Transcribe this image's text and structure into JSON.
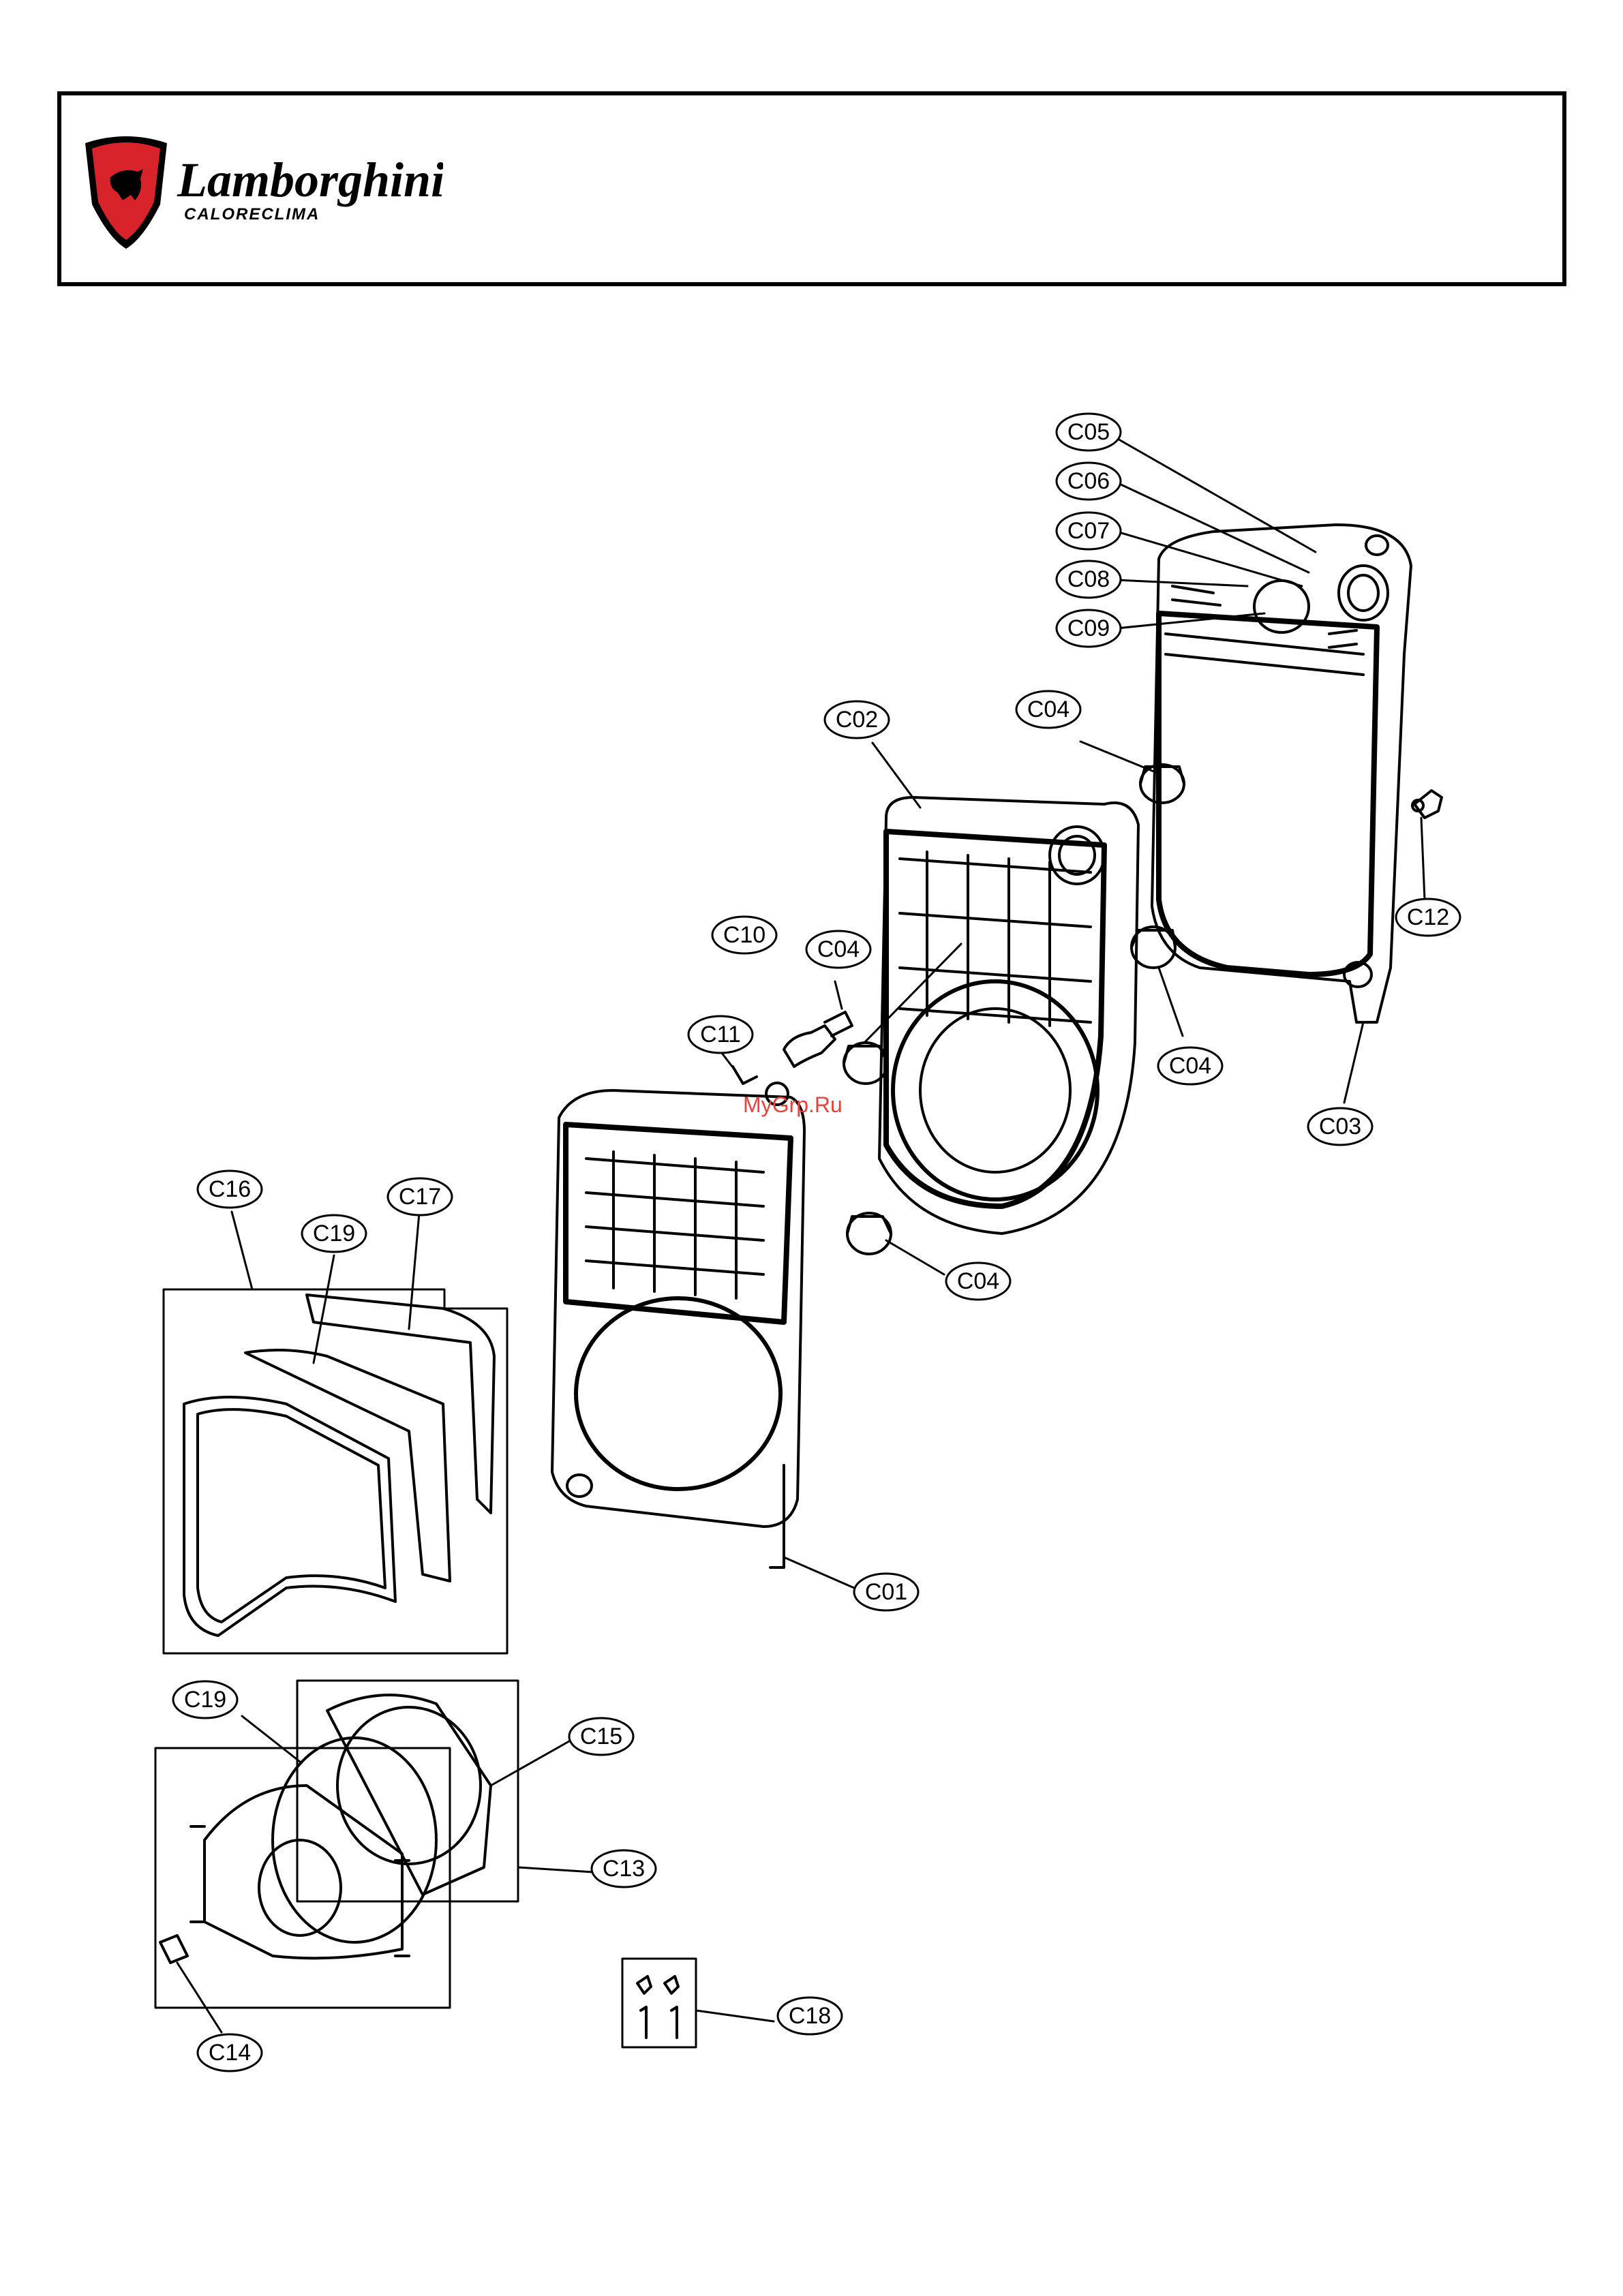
{
  "header": {
    "brand": "Lamborghini",
    "brand_sub": "CALORECLIMA"
  },
  "watermark": "MyGrp.Ru",
  "labels": {
    "c01": "C01",
    "c02": "C02",
    "c03": "C03",
    "c04a": "C04",
    "c04b": "C04",
    "c04c": "C04",
    "c04d": "C04",
    "c05": "C05",
    "c06": "C06",
    "c07": "C07",
    "c08": "C08",
    "c09": "C09",
    "c10": "C10",
    "c11": "C11",
    "c12": "C12",
    "c13": "C13",
    "c14": "C14",
    "c15": "C15",
    "c16": "C16",
    "c17": "C17",
    "c18": "C18",
    "c19a": "C19",
    "c19b": "C19"
  },
  "colors": {
    "shield_red": "#d8232a",
    "watermark": "#e8423f",
    "line": "#000000"
  }
}
